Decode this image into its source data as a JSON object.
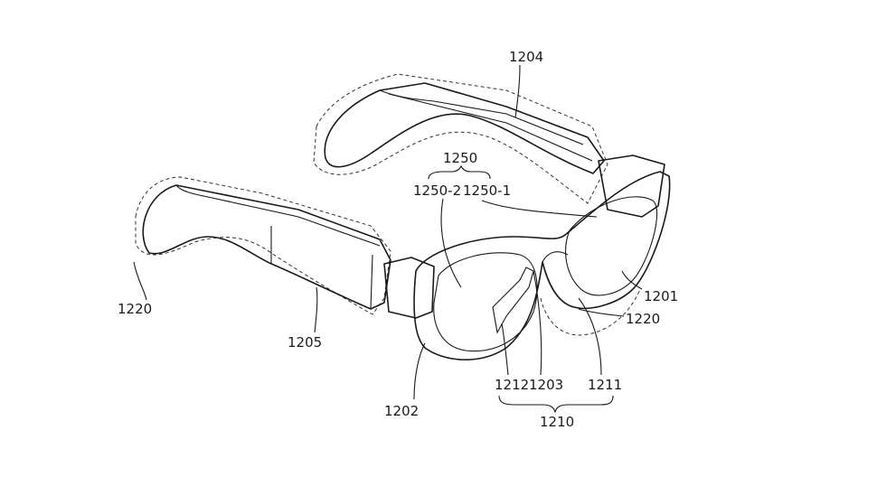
{
  "labels": {
    "l1204": "1204",
    "l1250": "1250",
    "l1250_2": "1250-2",
    "l1250_1": "1250-1",
    "l1220_left": "1220",
    "l1205": "1205",
    "l1201": "1201",
    "l1220_right": "1220",
    "l1202": "1202",
    "l1212": "1212",
    "l1203": "1203",
    "l1211": "1211",
    "l1210": "1210"
  }
}
